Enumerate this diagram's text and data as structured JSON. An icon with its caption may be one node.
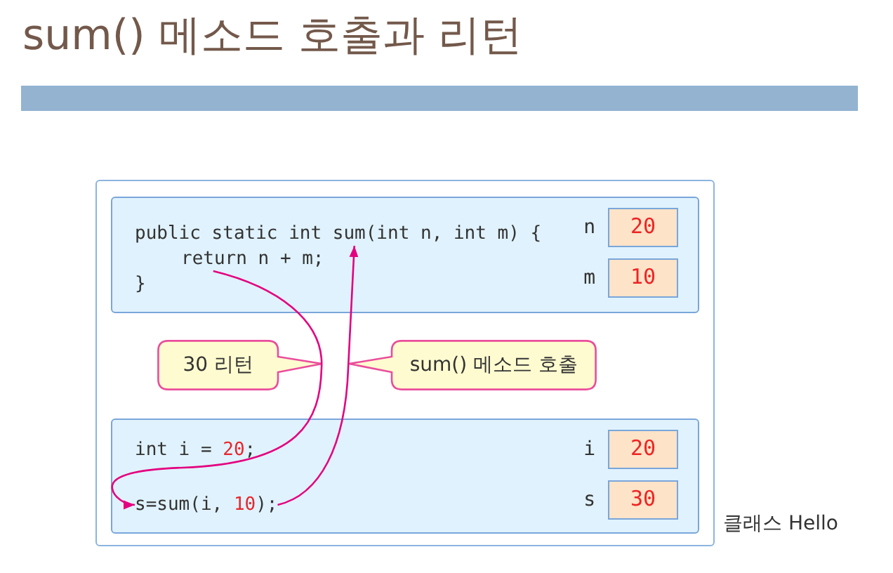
{
  "diagram": {
    "title": "sum() 메소드 호출과 리턴",
    "nodes": [
      {
        "text": [],
        "shape": "bar"
      },
      {
        "text": [],
        "shape": "box",
        "beside": [
          "클래스 Hello"
        ]
      },
      {
        "text": [],
        "shape": "box",
        "in": 1
      },
      {
        "text": [
          "public static int sum(int n, int m) {"
        ],
        "in": 2
      },
      {
        "text": [
          "return n + m;"
        ],
        "in": 2
      },
      {
        "text": [
          "}"
        ],
        "in": 2
      },
      {
        "text": [
          "20"
        ],
        "in": 2,
        "beside": [
          "n"
        ]
      },
      {
        "text": [
          "10"
        ],
        "in": 2,
        "beside": [
          "m"
        ]
      },
      {
        "text": [
          "30 리턴"
        ],
        "in": 1
      },
      {
        "text": [
          "sum() 메소드 호출"
        ],
        "in": 1
      },
      {
        "text": [],
        "shape": "box",
        "in": 1
      },
      {
        "text": [
          "int i = 20;"
        ],
        "in": 10
      },
      {
        "text": [
          "s=sum(i, 10);"
        ],
        "in": 10
      },
      {
        "text": [
          "20"
        ],
        "in": 10,
        "beside": [
          "i"
        ]
      },
      {
        "text": [
          "30"
        ],
        "in": 10,
        "beside": [
          "s"
        ]
      }
    ],
    "edges": [
      {
        "from": 4,
        "to": 12,
        "arrow": "to"
      },
      {
        "from": 12,
        "to": 3,
        "arrow": "to"
      }
    ]
  }
}
